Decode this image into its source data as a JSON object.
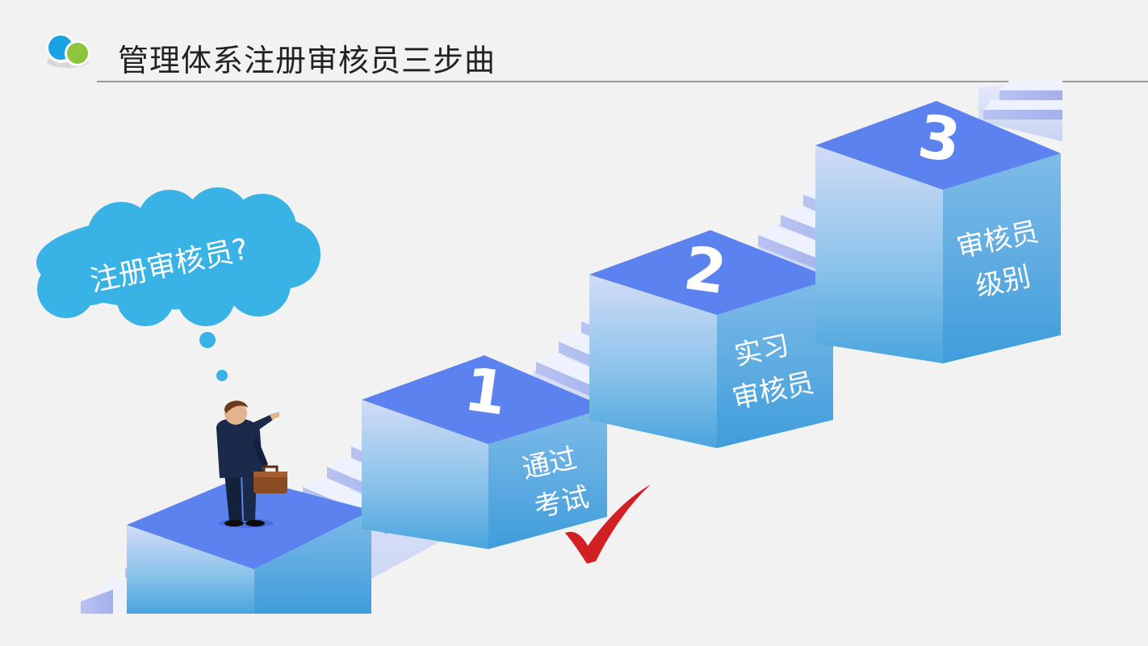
{
  "header": {
    "title": "管理体系注册审核员三步曲"
  },
  "thought_bubble": {
    "text": "注册审核员?"
  },
  "steps": [
    {
      "number": "1",
      "label_line1": "通过",
      "label_line2": "考试",
      "status": "completed"
    },
    {
      "number": "2",
      "label_line1": "实习",
      "label_line2": "审核员"
    },
    {
      "number": "3",
      "label_line1": "审核员",
      "label_line2": "级别"
    }
  ],
  "colors": {
    "block_top": "#5b82ee",
    "block_side": "#58aee0",
    "stairs": "#e9ecfd",
    "cloud": "#39b3e6",
    "check": "#d21f24",
    "logo_blue": "#1aa2e4",
    "logo_green": "#8cc63f"
  }
}
